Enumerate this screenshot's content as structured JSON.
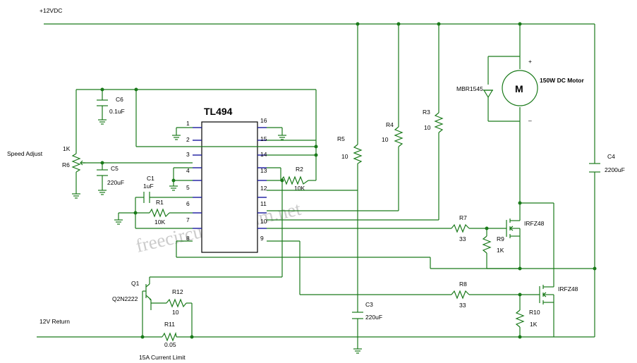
{
  "supply": {
    "positive": "+12VDC",
    "return": "12V Return"
  },
  "ic": {
    "name": "TL494",
    "pins_left": [
      "1",
      "2",
      "3",
      "4",
      "5",
      "6",
      "7",
      "8"
    ],
    "pins_right": [
      "16",
      "15",
      "14",
      "13",
      "12",
      "11",
      "10",
      "9"
    ]
  },
  "speed_adjust": {
    "label": "Speed Adjust",
    "ref": "R6",
    "value": "1K"
  },
  "capacitors": {
    "c6": {
      "ref": "C6",
      "value": "0.1uF"
    },
    "c5": {
      "ref": "C5",
      "value": "220uF"
    },
    "c1": {
      "ref": "C1",
      "value": "1uF"
    },
    "c3": {
      "ref": "C3",
      "value": "220uF"
    },
    "c4": {
      "ref": "C4",
      "value": "2200uF"
    }
  },
  "resistors": {
    "r1": {
      "ref": "R1",
      "value": "10K"
    },
    "r2": {
      "ref": "R2",
      "value": "10K"
    },
    "r3": {
      "ref": "R3",
      "value": "10"
    },
    "r4": {
      "ref": "R4",
      "value": "10"
    },
    "r5": {
      "ref": "R5",
      "value": "10"
    },
    "r7": {
      "ref": "R7",
      "value": "33"
    },
    "r8": {
      "ref": "R8",
      "value": "33"
    },
    "r9": {
      "ref": "R9",
      "value": "1K"
    },
    "r10": {
      "ref": "R10",
      "value": "1K"
    },
    "r11": {
      "ref": "R11",
      "value": "0.05"
    },
    "r12": {
      "ref": "R12",
      "value": "10"
    }
  },
  "transistor": {
    "ref": "Q1",
    "part": "Q2N2222"
  },
  "mosfets": {
    "upper": "IRFZ48",
    "lower": "IRFZ48"
  },
  "diode": {
    "part": "MBR1545"
  },
  "motor": {
    "symbol": "M",
    "label": "150W DC Motor",
    "plus": "+",
    "minus": "–"
  },
  "current_limit": "15A Current Limit",
  "watermark": "freecircuitdiagram.net",
  "colors": {
    "wire": "#1a7a1a",
    "ic_pins": "#1a1aa0",
    "watermark": "#bcbcbc"
  }
}
